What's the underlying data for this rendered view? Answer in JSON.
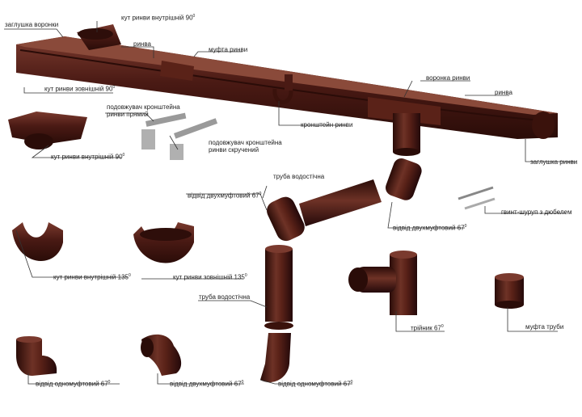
{
  "colors": {
    "gutter": "#4a1a14",
    "gutter_dark": "#2e0e0a",
    "gutter_light": "#7a3a2e",
    "leader": "#333333",
    "bracket": "#9a9a9a"
  },
  "labels": {
    "end_cap_left": "заглушка воронки",
    "inner_corner_90_top": "кут ринви внутрішній 90",
    "gutter_top": "ринва",
    "coupling_gutter": "муфта ринви",
    "outer_corner_90": "кут ринви зовнішній 90",
    "bracket_ext_straight_1": "подовжувач кронштейна",
    "bracket_ext_straight_2": "ринви прямий",
    "bracket_ext_twisted_1": "подовжувач кронштейна",
    "bracket_ext_twisted_2": "ринви скручений",
    "bracket": "кронштейн ринви",
    "funnel": "воронка ринви",
    "gutter_right": "ринва",
    "end_cap_right": "заглушка ринви",
    "inner_corner_90_left": "кут ринви внутрішній 90",
    "downpipe_top": "труба водостічна",
    "elbow_double_67_top": "відвід двухмуфтовий 67",
    "elbow_double_67_right": "відвід двухмуфтовий 67",
    "screw": "гвинт-шуруп з дюбелем",
    "inner_corner_135": "кут ринви внутрішній 135",
    "outer_corner_135": "кут ринви зовнішній 135",
    "downpipe_mid": "труба водостічна",
    "tee": "трійник 67",
    "pipe_coupling": "муфта труби",
    "elbow_single_67_left": "відвід одномуфтовий 67",
    "elbow_double_67_bottom": "відвід двухмуфтовий 67",
    "elbow_single_67_center": "відвід одномуфтовий 67"
  },
  "degree_mark": "0"
}
